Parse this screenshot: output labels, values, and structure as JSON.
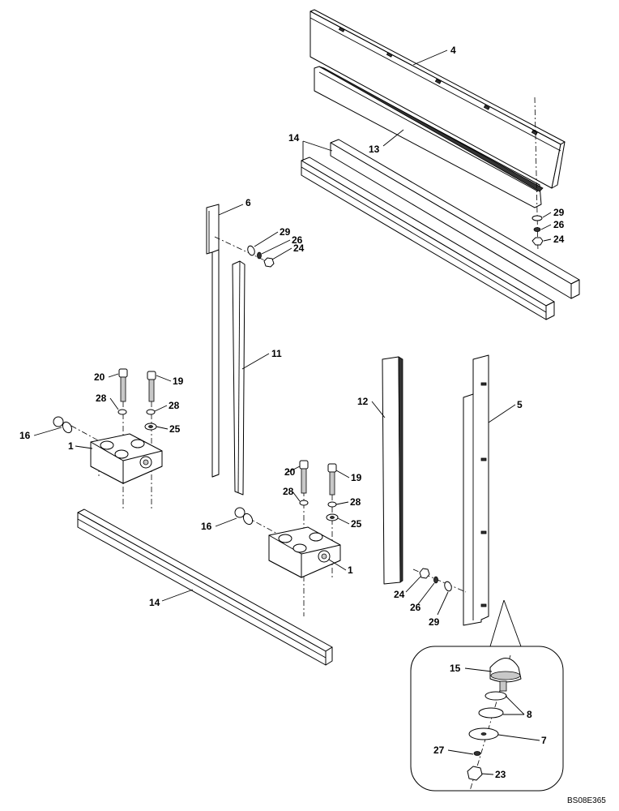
{
  "drawing_code": "BS08E365",
  "callouts": {
    "c4": "4",
    "c13": "13",
    "c14_top": "14",
    "c29_top": "29",
    "c26_top": "26",
    "c24_top": "24",
    "c6": "6",
    "c29_left": "29",
    "c26_left": "26",
    "c24_left": "24",
    "c11": "11",
    "c20_left": "20",
    "c19_left": "19",
    "c28a_left": "28",
    "c28b_left": "28",
    "c25_left": "25",
    "c16_left": "16",
    "c1_left": "1",
    "c12": "12",
    "c5": "5",
    "c20_mid": "20",
    "c19_mid": "19",
    "c28a_mid": "28",
    "c28b_mid": "28",
    "c25_mid": "25",
    "c16_mid": "16",
    "c1_mid": "1",
    "c14_bottom": "14",
    "c24_bottom": "24",
    "c26_bottom": "26",
    "c29_bottom": "29",
    "c15": "15",
    "c8": "8",
    "c7": "7",
    "c27": "27",
    "c23": "23"
  }
}
